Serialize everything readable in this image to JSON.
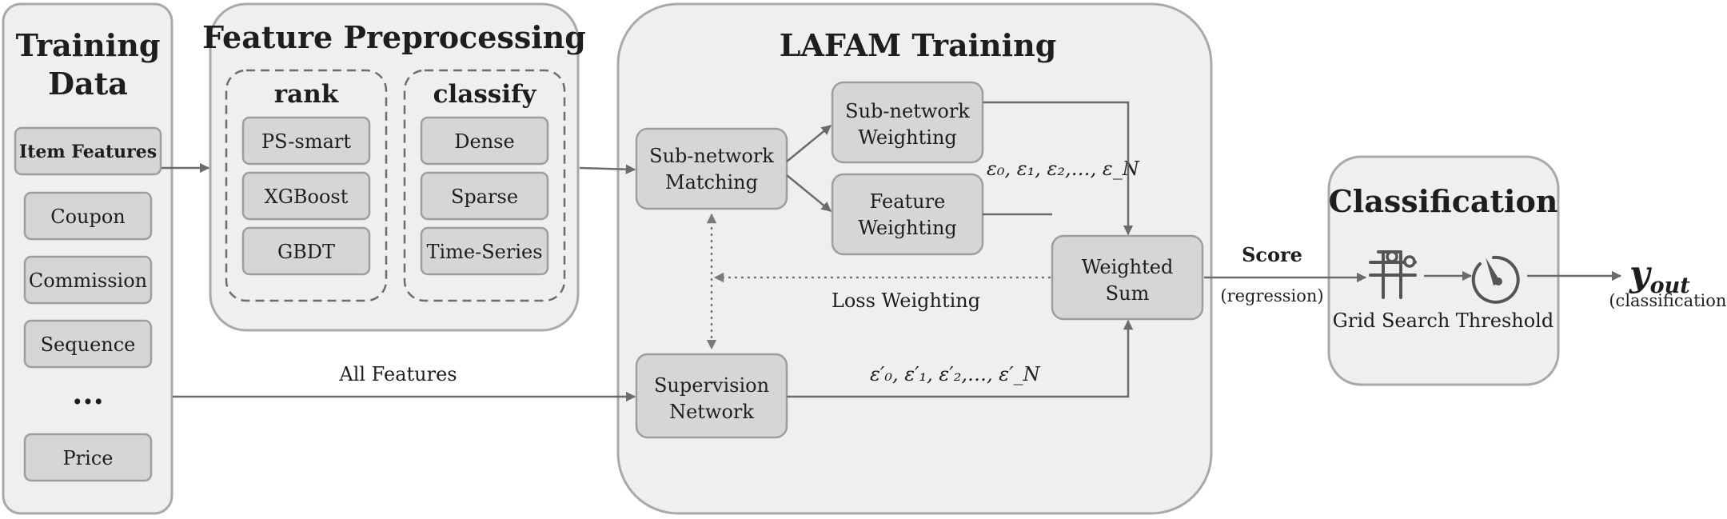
{
  "colors": {
    "panel_fill": "#efefef",
    "panel_border": "#a9a9a9",
    "node_fill": "#d6d6d6",
    "arrow": "#6b6b6b",
    "text": "#1e1e1e"
  },
  "training_data": {
    "title_line1": "Training",
    "title_line2": "Data",
    "items": [
      "Item Features",
      "Coupon",
      "Commission",
      "Sequence",
      "...",
      "Price"
    ]
  },
  "feature_preprocessing": {
    "title": "Feature Preprocessing",
    "rank": {
      "title": "rank",
      "items": [
        "PS-smart",
        "XGBoost",
        "GBDT"
      ]
    },
    "classify": {
      "title": "classify",
      "items": [
        "Dense",
        "Sparse",
        "Time-Series"
      ]
    }
  },
  "lafam_training": {
    "title": "LAFAM Training",
    "subnetwork_matching": {
      "line1": "Sub-network",
      "line2": "Matching"
    },
    "subnetwork_weighting": {
      "line1": "Sub-network",
      "line2": "Weighting"
    },
    "feature_weighting": {
      "line1": "Feature",
      "line2": "Weighting"
    },
    "weighted_sum": {
      "line1": "Weighted",
      "line2": "Sum"
    },
    "supervision_network": {
      "line1": "Supervision",
      "line2": "Network"
    },
    "loss_weighting_label": "Loss Weighting",
    "epsilon_label": "ε₀, ε₁, ε₂,…, ε_N",
    "epsilon_prime_label": "ε′₀, ε′₁, ε′₂,…, ε′_N"
  },
  "edges": {
    "all_features_label": "All Features",
    "score_label": "Score",
    "score_sublabel": "(regression)"
  },
  "classification": {
    "title": "Classification",
    "grid_search_label": "Grid Search",
    "threshold_label": "Threshold",
    "grid_search_icon": "grid-search-icon",
    "threshold_icon": "threshold-gauge-icon"
  },
  "output": {
    "symbol_main": "y",
    "symbol_sub": "out",
    "sublabel": "(classification)"
  }
}
